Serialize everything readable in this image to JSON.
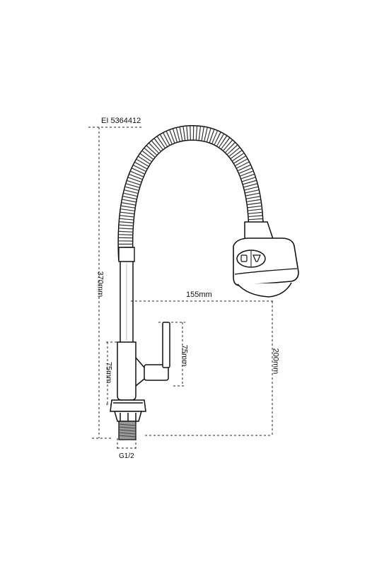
{
  "product_code": "EI 5364412",
  "dimensions": {
    "total_height": "370mm",
    "reach": "155mm",
    "spout_height": "200mm",
    "handle_length": "75mm",
    "body_height": "75mm",
    "thread": "G1/2"
  },
  "colors": {
    "line": "#111111",
    "dim_line": "#222222",
    "thread_fill": "#999999",
    "background": "#ffffff"
  }
}
